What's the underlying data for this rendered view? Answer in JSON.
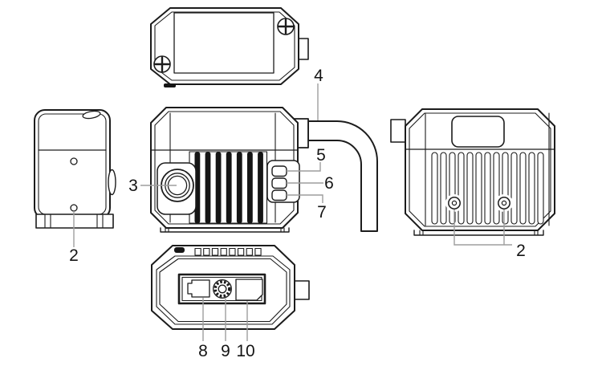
{
  "colors": {
    "line": "#1c1c1c",
    "leader": "#9e9e9e",
    "label_text": "#141414",
    "background": "#ffffff",
    "dark_fill": "#151515"
  },
  "callouts": {
    "left_mounting_holes": "2",
    "round_connector": "3",
    "cable": "4",
    "indicator_top": "5",
    "indicator_middle": "6",
    "indicator_bottom": "7",
    "port_left": "8",
    "thumbscrew": "9",
    "port_right": "10",
    "right_mounting_screws": "2"
  }
}
